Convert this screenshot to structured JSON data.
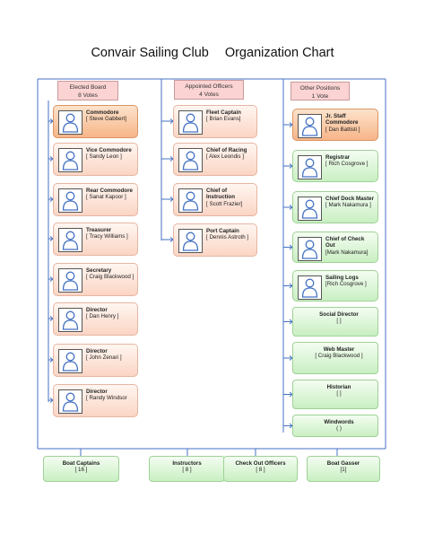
{
  "title": {
    "club": "Convair Sailing Club",
    "chart": "Organization Chart"
  },
  "groups": {
    "elected": {
      "label": "Elected Board",
      "votes": "8 Votes"
    },
    "appointed": {
      "label": "Appointed Officers",
      "votes": "4 Votes"
    },
    "other": {
      "label": "Other Positions",
      "votes": "1 Vote"
    }
  },
  "elected": [
    {
      "title": "Commodore",
      "name": "[ Steve Gabbert]"
    },
    {
      "title": "Vice Commodore",
      "name": "[ Sandy Leon ]"
    },
    {
      "title": "Rear Commodore",
      "name": "[ Sanat Kapoor ]"
    },
    {
      "title": "Treasurer",
      "name": "[ Tracy Williams ]"
    },
    {
      "title": "Secretary",
      "name": "[ Craig Blackwood ]"
    },
    {
      "title": "Director",
      "name": "[ Dan Henry ]"
    },
    {
      "title": "Director",
      "name": "[ John Zenari ]"
    },
    {
      "title": "Director",
      "name": "[ Randy Windsor"
    }
  ],
  "appointed": [
    {
      "title": "Fleet Captain",
      "name": "[ Brian Evans]"
    },
    {
      "title": "Chief of Racing",
      "name": "[ Alex Leondis ]"
    },
    {
      "title": "Chief of Instruction",
      "name": "[ Scott Frazier]"
    },
    {
      "title": "Port Captain",
      "name": "[ Dennis Astroth ]"
    }
  ],
  "other": [
    {
      "title": "Jr. Staff Commodore",
      "name": "[ Dan Battisti ]"
    },
    {
      "title": "Registrar",
      "name": "[ Rich Cosgrove ]"
    },
    {
      "title": "Chief Dock Master",
      "name": "[ Mark Nakamura ]"
    },
    {
      "title": "Chief of Check Out",
      "name": "[Mark Nakamura]"
    },
    {
      "title": "Sailing Logs",
      "name": "[Rich Cosgrove ]"
    },
    {
      "title": "Social Director",
      "name": "[ ]"
    },
    {
      "title": "Web Master",
      "name": "[ Craig Blackwood ]"
    },
    {
      "title": "Historian",
      "name": "[ ]"
    },
    {
      "title": "Windwords",
      "name": "( )"
    }
  ],
  "bottom": [
    {
      "title": "Boat Captains",
      "value": "[ 16 ]"
    },
    {
      "title": "Instructors",
      "value": "[ 8 ]"
    },
    {
      "title": "Check Out Officers",
      "value": "[ 8 ]"
    },
    {
      "title": "Boat Gasser",
      "value": "[1]"
    }
  ],
  "colors": {
    "connector": "#4472c4",
    "elected_card": "#fbd5c4",
    "commodore_card": "#f7b588",
    "other_card": "#c9efc2",
    "header": "#fbd3d3"
  }
}
